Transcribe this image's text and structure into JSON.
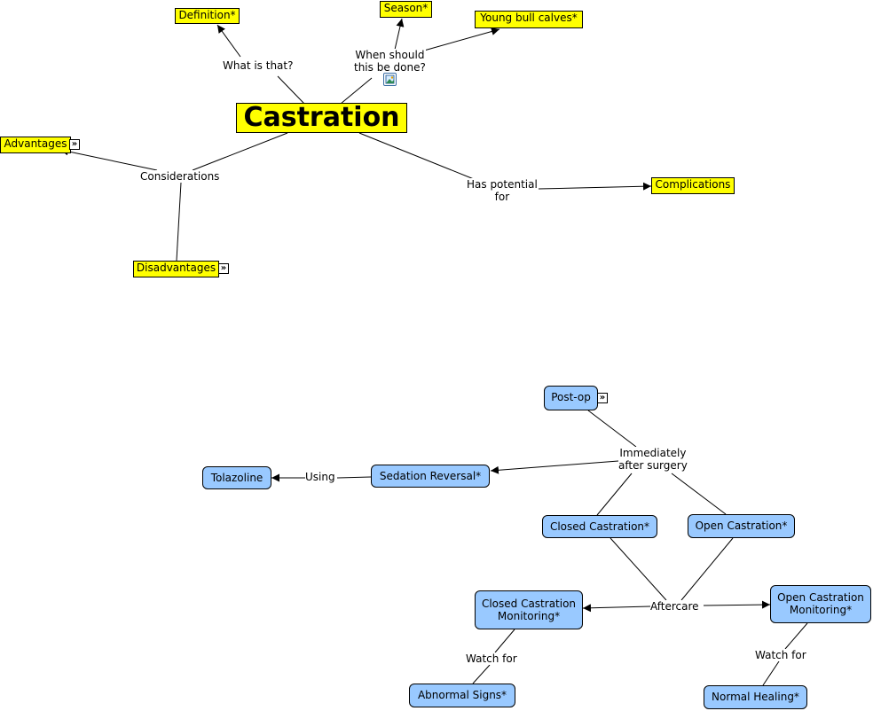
{
  "concepts": {
    "castration": "Castration",
    "definition": "Definition*",
    "season": "Season*",
    "young_bull_calves": "Young bull calves*",
    "advantages": "Advantages",
    "disadvantages": "Disadvantages",
    "complications": "Complications",
    "post_op": "Post-op",
    "tolazoline": "Tolazoline",
    "sedation_reversal": "Sedation Reversal*",
    "closed_castration": "Closed Castration*",
    "open_castration": "Open Castration*",
    "closed_monitoring": "Closed Castration\nMonitoring*",
    "open_monitoring": "Open Castration\nMonitoring*",
    "abnormal_signs": "Abnormal Signs*",
    "normal_healing": "Normal Healing*"
  },
  "linking_phrases": {
    "what_is_that": "What is that?",
    "when_should": "When should\nthis be done?",
    "considerations": "Considerations",
    "has_potential": "Has potential\nfor",
    "immediately": "Immediately\nafter surgery",
    "using": "Using",
    "aftercare": "Aftercare",
    "watch_for_1": "Watch for",
    "watch_for_2": "Watch for"
  },
  "icons": {
    "expand": "»",
    "image": "image-icon"
  },
  "colors": {
    "upper_concept_fill": "#ffff00",
    "lower_concept_fill": "#99c9ff",
    "line": "#000000"
  }
}
